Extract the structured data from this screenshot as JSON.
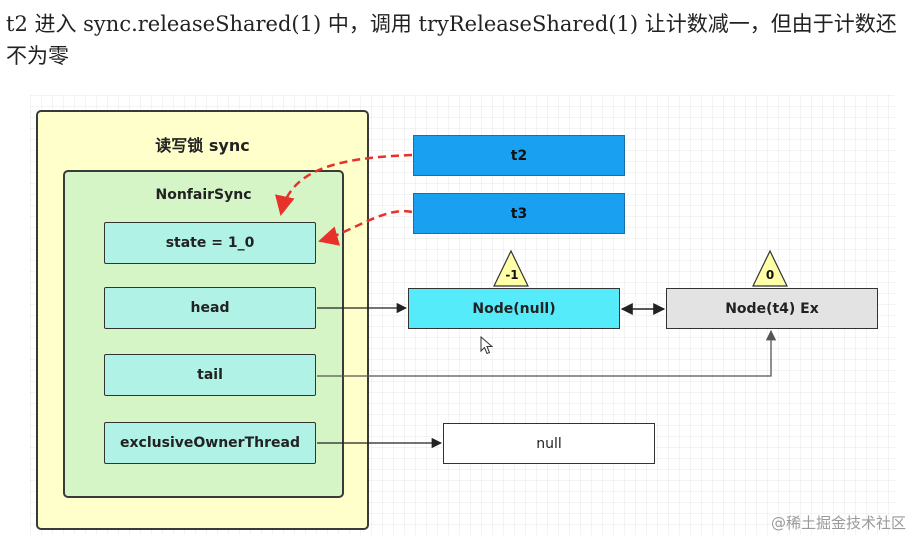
{
  "caption": "t2 进入 sync.releaseShared(1) 中，调用 tryReleaseShared(1) 让计数减一，但由于计数还不为零",
  "lock": {
    "title": "读写锁 sync",
    "inner_title": "NonfairSync",
    "fields": [
      "state = 1_0",
      "head",
      "tail",
      "exclusiveOwnerThread"
    ]
  },
  "threads": [
    "t2",
    "t3"
  ],
  "nodes": [
    {
      "label": "Node(null)",
      "marker": "-1"
    },
    {
      "label": "Node(t4) Ex",
      "marker": "0"
    }
  ],
  "owner_value": "null",
  "watermark": "@稀土掘金技术社区",
  "colors": {
    "outer_fill": "#ffffcc",
    "inner_fill": "#d5f5c7",
    "field_fill": "#b0f2e6",
    "thread_fill": "#1aa0f0",
    "head_node_fill": "#55ebfb",
    "tail_node_fill": "#e3e3e3",
    "marker_fill": "#ffffa8",
    "dashed_arrow": "#e8312a"
  }
}
